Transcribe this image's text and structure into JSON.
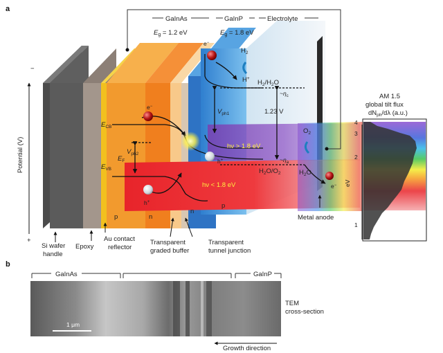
{
  "panel_a": {
    "label": "a",
    "header_galnas": "GaInAs",
    "header_galnp": "GaInP",
    "header_electrolyte": "Electrolyte",
    "eg_galnas": "E",
    "eg_galnas_sub": "g",
    "eg_galnas_val": " = 1.2 eV",
    "eg_galnp": "E",
    "eg_galnp_sub": "g",
    "eg_galnp_val": " = 1.8 eV",
    "potential_label": "Potential (V)",
    "minus_sign": "−",
    "plus_sign": "+",
    "h2": "H",
    "h2_sub": "2",
    "hplus": "H",
    "hplus_sup": "+",
    "h2_h2o": "H",
    "h2_h2o_sub": "2",
    "h2_h2o_rest": "/H",
    "h2_h2o_sub2": "2",
    "h2_h2o_end": "O",
    "eta_c": "~η",
    "eta_c_sub": "c",
    "eta_a": "~η",
    "eta_a_sub": "a",
    "v123": "1.23 V",
    "o2": "O",
    "o2_sub": "2",
    "h2o_o2": "H",
    "h2o_o2_sub": "2",
    "h2o_o2_rest": "O/O",
    "h2o_o2_sub2": "2",
    "h2o": "H",
    "h2o_sub": "2",
    "h2o_rest": "O",
    "ecb": "E",
    "ecb_sub": "CB",
    "evb": "E",
    "evb_sub": "VB",
    "ef": "E",
    "ef_sub": "F",
    "vph2": "V",
    "vph2_sub": "ph2",
    "vph1": "V",
    "vph1_sub": "ph1",
    "electron": "e",
    "electron_sup": "−",
    "hole": "h",
    "hole_sup": "+",
    "hv_high": "hν > 1.8 eV",
    "hv_low": "hν < 1.8 eV",
    "layer_p1": "p",
    "layer_n1": "n",
    "layer_n2": "n",
    "layer_p2": "p",
    "label_si_1": "Si wafer",
    "label_si_2": "handle",
    "label_epoxy": "Epoxy",
    "label_au_1": "Au contact",
    "label_au_2": "reflector",
    "label_buffer_1": "Transparent",
    "label_buffer_2": "graded buffer",
    "label_tunnel_1": "Transparent",
    "label_tunnel_2": "tunnel junction",
    "label_anode": "Metal anode",
    "spectrum_title_1": "AM 1.5",
    "spectrum_title_2": "global tilt flux",
    "spectrum_title_3a": "dN",
    "spectrum_title_3sub": "ph",
    "spectrum_title_3b": "/dλ (a.u.)",
    "ev_axis": "eV",
    "ev_ticks": [
      "4",
      "3",
      "2",
      "1"
    ]
  },
  "panel_b": {
    "label": "b",
    "galnas": "GaInAs",
    "galnp": "GaInP",
    "tem_1": "TEM",
    "tem_2": "cross-section",
    "scale": "1 μm",
    "growth": "Growth direction"
  },
  "colors": {
    "si": "#5b5b5b",
    "epoxy": "#9b8f86",
    "au": "#f2c01e",
    "galnas": "#f29a2e",
    "galnp": "#3b8ed6",
    "electrolyte": "#e6eef4",
    "anode": "#2a2a2a"
  }
}
